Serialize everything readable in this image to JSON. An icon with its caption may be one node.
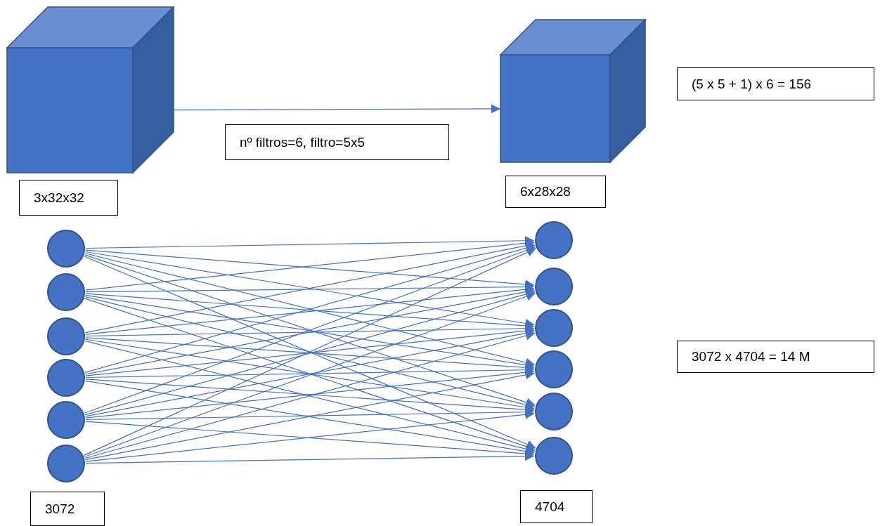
{
  "diagram": {
    "nodes": [
      {
        "text": [],
        "shape": "cube"
      },
      {
        "text": [],
        "shape": "cube"
      },
      {
        "text": [
          "(5 x 5 + 1) x 6 = 156"
        ]
      },
      {
        "text": [
          "nº filtros=6, filtro=5x5"
        ]
      },
      {
        "text": [
          "3x32x32"
        ]
      },
      {
        "text": [
          "6x28x28"
        ]
      },
      {
        "text": [],
        "shape": "circle"
      },
      {
        "text": [],
        "shape": "circle"
      },
      {
        "text": [],
        "shape": "circle"
      },
      {
        "text": [],
        "shape": "circle"
      },
      {
        "text": [],
        "shape": "circle"
      },
      {
        "text": [],
        "shape": "circle"
      },
      {
        "text": [],
        "shape": "circle"
      },
      {
        "text": [],
        "shape": "circle"
      },
      {
        "text": [],
        "shape": "circle"
      },
      {
        "text": [],
        "shape": "circle"
      },
      {
        "text": [],
        "shape": "circle"
      },
      {
        "text": [],
        "shape": "circle"
      },
      {
        "text": [
          "3072 x 4704 = 14 M"
        ]
      },
      {
        "text": [
          "3072"
        ]
      },
      {
        "text": [
          "4704"
        ]
      }
    ],
    "edges": [
      {
        "from": 0,
        "to": 1,
        "arrow": "to"
      },
      {
        "from": 6,
        "to": 12,
        "arrow": "to"
      },
      {
        "from": 6,
        "to": 13,
        "arrow": "to"
      },
      {
        "from": 6,
        "to": 14,
        "arrow": "to"
      },
      {
        "from": 6,
        "to": 15,
        "arrow": "to"
      },
      {
        "from": 6,
        "to": 16,
        "arrow": "to"
      },
      {
        "from": 6,
        "to": 17,
        "arrow": "to"
      },
      {
        "from": 7,
        "to": 12,
        "arrow": "to"
      },
      {
        "from": 7,
        "to": 13,
        "arrow": "to"
      },
      {
        "from": 7,
        "to": 14,
        "arrow": "to"
      },
      {
        "from": 7,
        "to": 15,
        "arrow": "to"
      },
      {
        "from": 7,
        "to": 16,
        "arrow": "to"
      },
      {
        "from": 7,
        "to": 17,
        "arrow": "to"
      },
      {
        "from": 8,
        "to": 12,
        "arrow": "to"
      },
      {
        "from": 8,
        "to": 13,
        "arrow": "to"
      },
      {
        "from": 8,
        "to": 14,
        "arrow": "to"
      },
      {
        "from": 8,
        "to": 15,
        "arrow": "to"
      },
      {
        "from": 8,
        "to": 16,
        "arrow": "to"
      },
      {
        "from": 8,
        "to": 17,
        "arrow": "to"
      },
      {
        "from": 9,
        "to": 12,
        "arrow": "to"
      },
      {
        "from": 9,
        "to": 13,
        "arrow": "to"
      },
      {
        "from": 9,
        "to": 14,
        "arrow": "to"
      },
      {
        "from": 9,
        "to": 15,
        "arrow": "to"
      },
      {
        "from": 9,
        "to": 16,
        "arrow": "to"
      },
      {
        "from": 9,
        "to": 17,
        "arrow": "to"
      },
      {
        "from": 10,
        "to": 12,
        "arrow": "to"
      },
      {
        "from": 10,
        "to": 13,
        "arrow": "to"
      },
      {
        "from": 10,
        "to": 14,
        "arrow": "to"
      },
      {
        "from": 10,
        "to": 15,
        "arrow": "to"
      },
      {
        "from": 10,
        "to": 16,
        "arrow": "to"
      },
      {
        "from": 10,
        "to": 17,
        "arrow": "to"
      },
      {
        "from": 11,
        "to": 12,
        "arrow": "to"
      },
      {
        "from": 11,
        "to": 13,
        "arrow": "to"
      },
      {
        "from": 11,
        "to": 14,
        "arrow": "to"
      },
      {
        "from": 11,
        "to": 15,
        "arrow": "to"
      },
      {
        "from": 11,
        "to": 16,
        "arrow": "to"
      },
      {
        "from": 11,
        "to": 17,
        "arrow": "to"
      }
    ]
  }
}
